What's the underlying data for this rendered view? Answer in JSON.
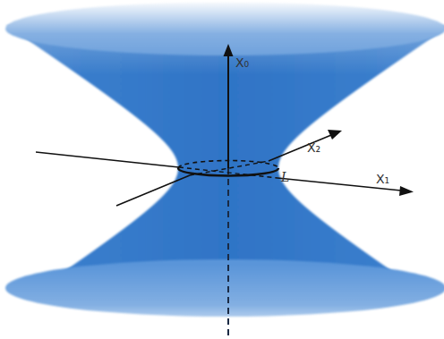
{
  "diagram": {
    "labels": [
      "X₀",
      "X₂",
      "L",
      "X₁"
    ]
  }
}
